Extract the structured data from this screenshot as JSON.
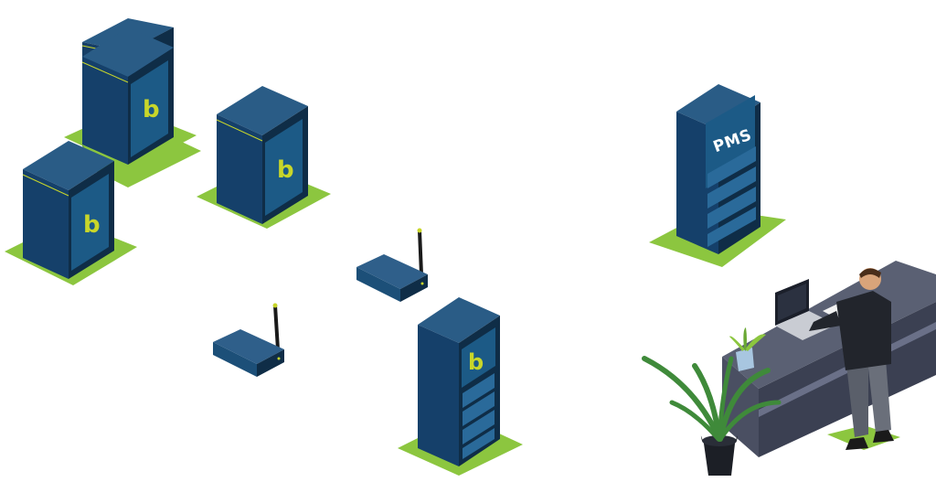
{
  "diagram": {
    "pms_server": {
      "label": "PMS"
    },
    "logo": {
      "glyph": "b"
    },
    "nodes": [
      "locker-cabinet-1",
      "locker-cabinet-2",
      "locker-cabinet-3",
      "access-point-1",
      "access-point-2",
      "main-server",
      "pms-server",
      "front-desk"
    ],
    "colors": {
      "cabinet_dark": "#0f2d47",
      "cabinet_front": "#1c4f78",
      "cabinet_top": "#2a5c86",
      "accent_green": "#8cc63f",
      "logo_yellow": "#c8d62a",
      "desk_top": "#5a6073",
      "desk_front": "#3b4052",
      "plant_green": "#3f8a3a"
    }
  }
}
